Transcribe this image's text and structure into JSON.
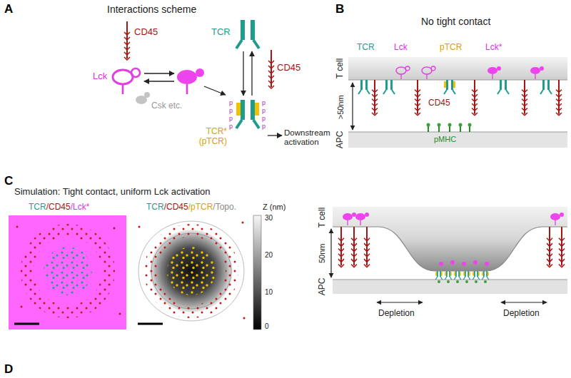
{
  "diagram": {
    "labels": [
      "A",
      "Interactions scheme",
      "Lck",
      "CD45",
      "Csk etc.",
      "TCR",
      "CD45",
      "p",
      "p",
      "p",
      "p",
      "p",
      "p",
      "p",
      "p",
      "TCR* (pTCR)",
      "Downstream activation",
      "B",
      "No tight contact",
      "TCR",
      "Lck",
      "pTCR",
      "Lck*",
      "T cell",
      ">50nm",
      "CD45",
      "APC",
      "pMHC",
      "C",
      "Simulation: Tight contact, uniform Lck activation",
      "TCR",
      "/CD45",
      "/Lck*",
      "TCR",
      "/CD45",
      "/pTCR",
      "/Topo.",
      "Z (nm)",
      "30",
      "20",
      "10",
      "0",
      "T cell",
      "50nm",
      "APC",
      "Depletion",
      "Depletion",
      "D"
    ]
  }
}
